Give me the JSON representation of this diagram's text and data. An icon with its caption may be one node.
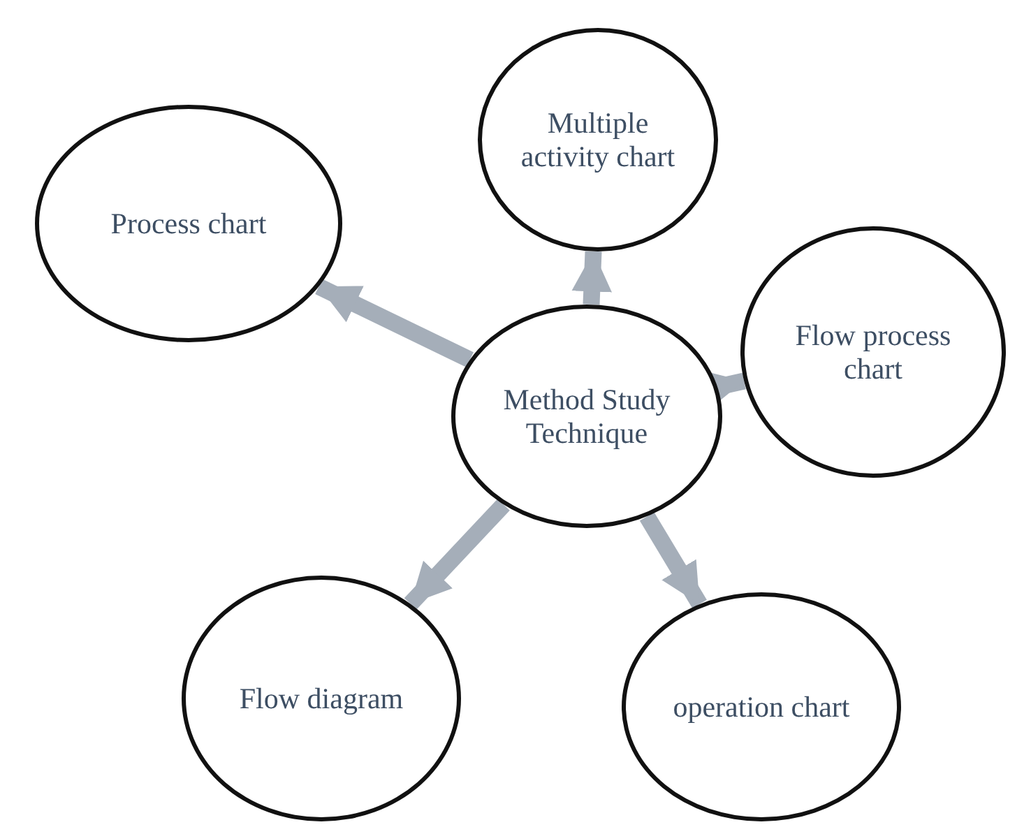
{
  "diagram": {
    "nodes": [
      {
        "text": [
          "Multiple activity chart"
        ]
      },
      {
        "text": [
          "Process chart"
        ]
      },
      {
        "text": [
          "Method Study Technique"
        ]
      },
      {
        "text": [
          "Flow process chart"
        ]
      },
      {
        "text": [
          "Flow diagram"
        ]
      },
      {
        "text": [
          "operation chart"
        ]
      }
    ],
    "edges": [
      {
        "from": 2,
        "to": 0,
        "arrow": "to"
      },
      {
        "from": 2,
        "to": 1,
        "arrow": "to"
      },
      {
        "from": 2,
        "to": 3,
        "arrow": "to"
      },
      {
        "from": 2,
        "to": 4,
        "arrow": "to"
      },
      {
        "from": 2,
        "to": 5,
        "arrow": "to"
      }
    ]
  }
}
